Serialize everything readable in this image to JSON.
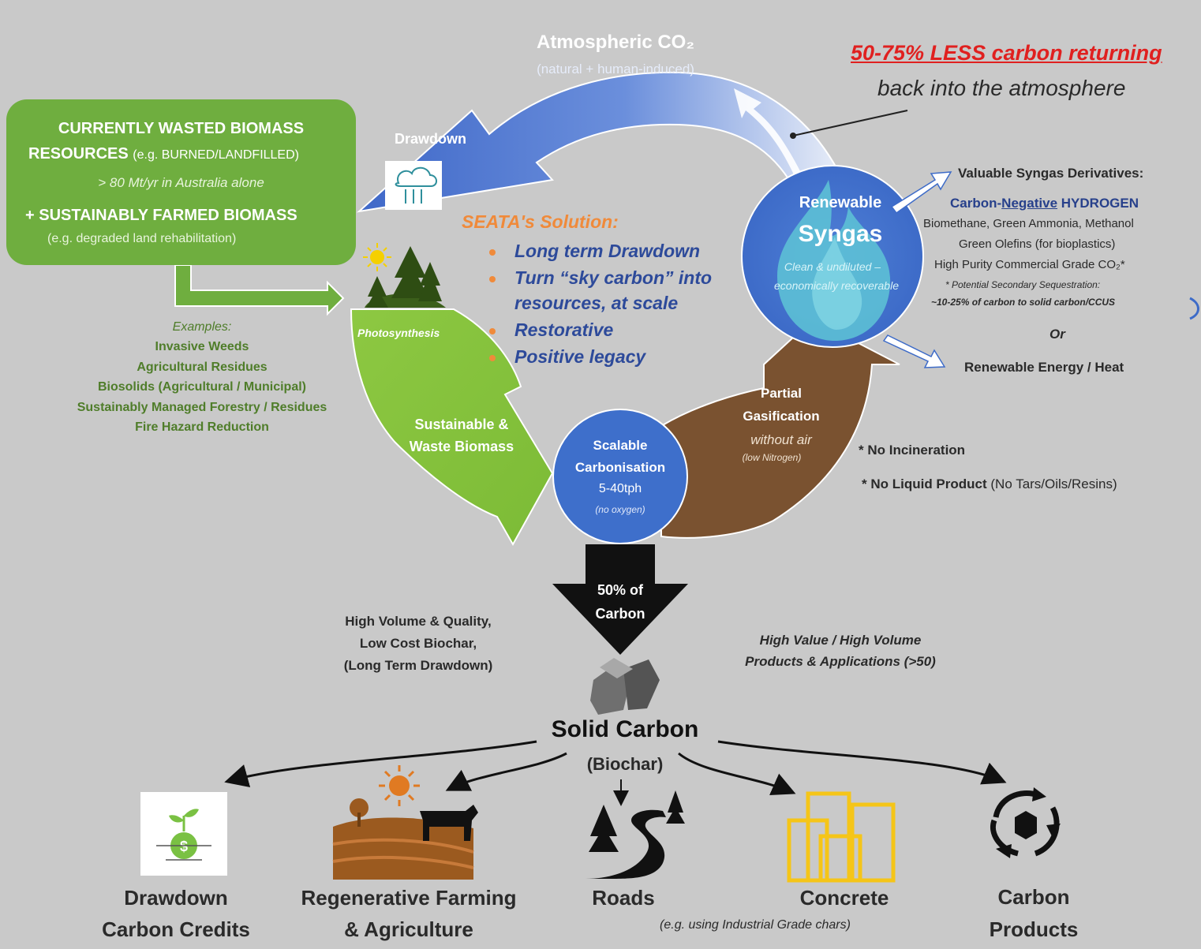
{
  "atmosphere": {
    "title": "Atmospheric CO₂",
    "subtitle": "(natural + human-induced)",
    "drawdown": "Drawdown"
  },
  "less_carbon": {
    "headline": "50-75% LESS carbon returning",
    "subline": "back into the atmosphere"
  },
  "biomass_box": {
    "line1": "CURRENTLY WASTED BIOMASS",
    "line2_main": "RESOURCES",
    "line2_small": "(e.g. BURNED/LANDFILLED)",
    "line3": "> 80 Mt/yr in Australia alone",
    "line4": "+ SUSTAINABLY FARMED BIOMASS",
    "line5": "(e.g. degraded land rehabilitation)"
  },
  "examples": {
    "heading": "Examples:",
    "items": [
      "Invasive Weeds",
      "Agricultural Residues",
      "Biosolids (Agricultural / Municipal)",
      "Sustainably Managed Forestry / Residues",
      "Fire Hazard Reduction"
    ]
  },
  "photosynthesis": "Photosynthesis",
  "solution": {
    "title": "SEATA's Solution:",
    "bullets": [
      "Long term Drawdown",
      "Turn “sky carbon” into",
      "resources, at scale",
      "Restorative",
      "Positive legacy"
    ]
  },
  "syngas": {
    "top": "Renewable",
    "main": "Syngas",
    "note1": "Clean & undiluted –",
    "note2": "economically recoverable"
  },
  "derivatives": {
    "heading": "Valuable Syngas Derivatives:",
    "hydrogen_pre": "Carbon-",
    "hydrogen_neg": "Negative",
    "hydrogen_post": " HYDROGEN",
    "line2": "Biomethane, Green Ammonia, Methanol",
    "line3": "Green Olefins (for bioplastics)",
    "line4": "High Purity Commercial Grade CO₂*",
    "line5": "* Potential Secondary Sequestration:",
    "line6": "~10-25% of carbon to solid carbon/CCUS",
    "or": "Or",
    "energy": "Renewable Energy / Heat"
  },
  "biomass_arrow": {
    "line1": "Sustainable &",
    "line2": "Waste Biomass"
  },
  "carbonisation": {
    "line1": "Scalable",
    "line2": "Carbonisation",
    "line3": "5-40tph",
    "line4": "(no oxygen)"
  },
  "gasification": {
    "line1": "Partial",
    "line2": "Gasification",
    "line3": "without air",
    "line4": "(low Nitrogen)"
  },
  "notes": {
    "n1": "* No Incineration",
    "n2_bold": "* No Liquid Product",
    "n2_rest": " (No Tars/Oils/Resins)"
  },
  "carbon_arrow": {
    "line1": "50% of",
    "line2": "Carbon"
  },
  "biochar_left": [
    "High Volume & Quality,",
    "Low Cost Biochar,",
    "(Long Term Drawdown)"
  ],
  "biochar_right": [
    "High Value / High Volume",
    "Products & Applications (>50)"
  ],
  "solid_carbon": {
    "title": "Solid Carbon",
    "subtitle": "(Biochar)"
  },
  "outputs": [
    {
      "line1": "Drawdown",
      "line2": "Carbon Credits"
    },
    {
      "line1": "Regenerative Farming",
      "line2": "& Agriculture"
    },
    {
      "line1": "Roads",
      "line2": ""
    },
    {
      "line1": "Concrete",
      "line2": ""
    },
    {
      "line1": "Carbon",
      "line2": "Products"
    }
  ],
  "industrial_note": "(e.g. using Industrial Grade chars)",
  "colors": {
    "background": "#c9c9c9",
    "co2_arrow": "#4a73cf",
    "green_box": "#6fae3f",
    "biomass_arrow": "#8cc63f",
    "gasification_arrow": "#7a5230",
    "carbonisation_circle": "#3e6fcb",
    "solution_title": "#f08a3a",
    "solution_text": "#2d4a9a",
    "headline_red": "#e0201f",
    "building_yellow": "#f5c518",
    "farm_brown": "#9b5a1f"
  }
}
